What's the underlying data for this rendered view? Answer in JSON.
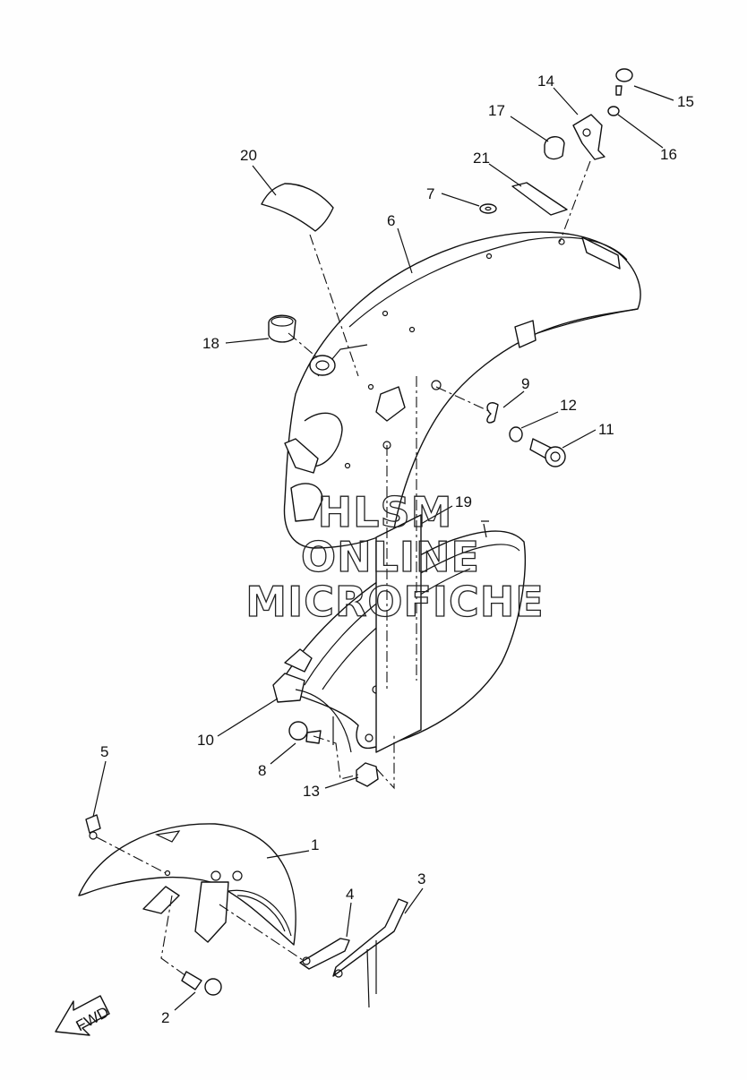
{
  "watermark": {
    "line1": "HLSM",
    "line2": "ONLINE",
    "line3": "MICROFICHE"
  },
  "fwd_label": "FWD",
  "callouts": [
    "1",
    "2",
    "3",
    "4",
    "5",
    "6",
    "7",
    "8",
    "9",
    "10",
    "11",
    "12",
    "13",
    "14",
    "15",
    "16",
    "17",
    "18",
    "19",
    "20",
    "21"
  ]
}
